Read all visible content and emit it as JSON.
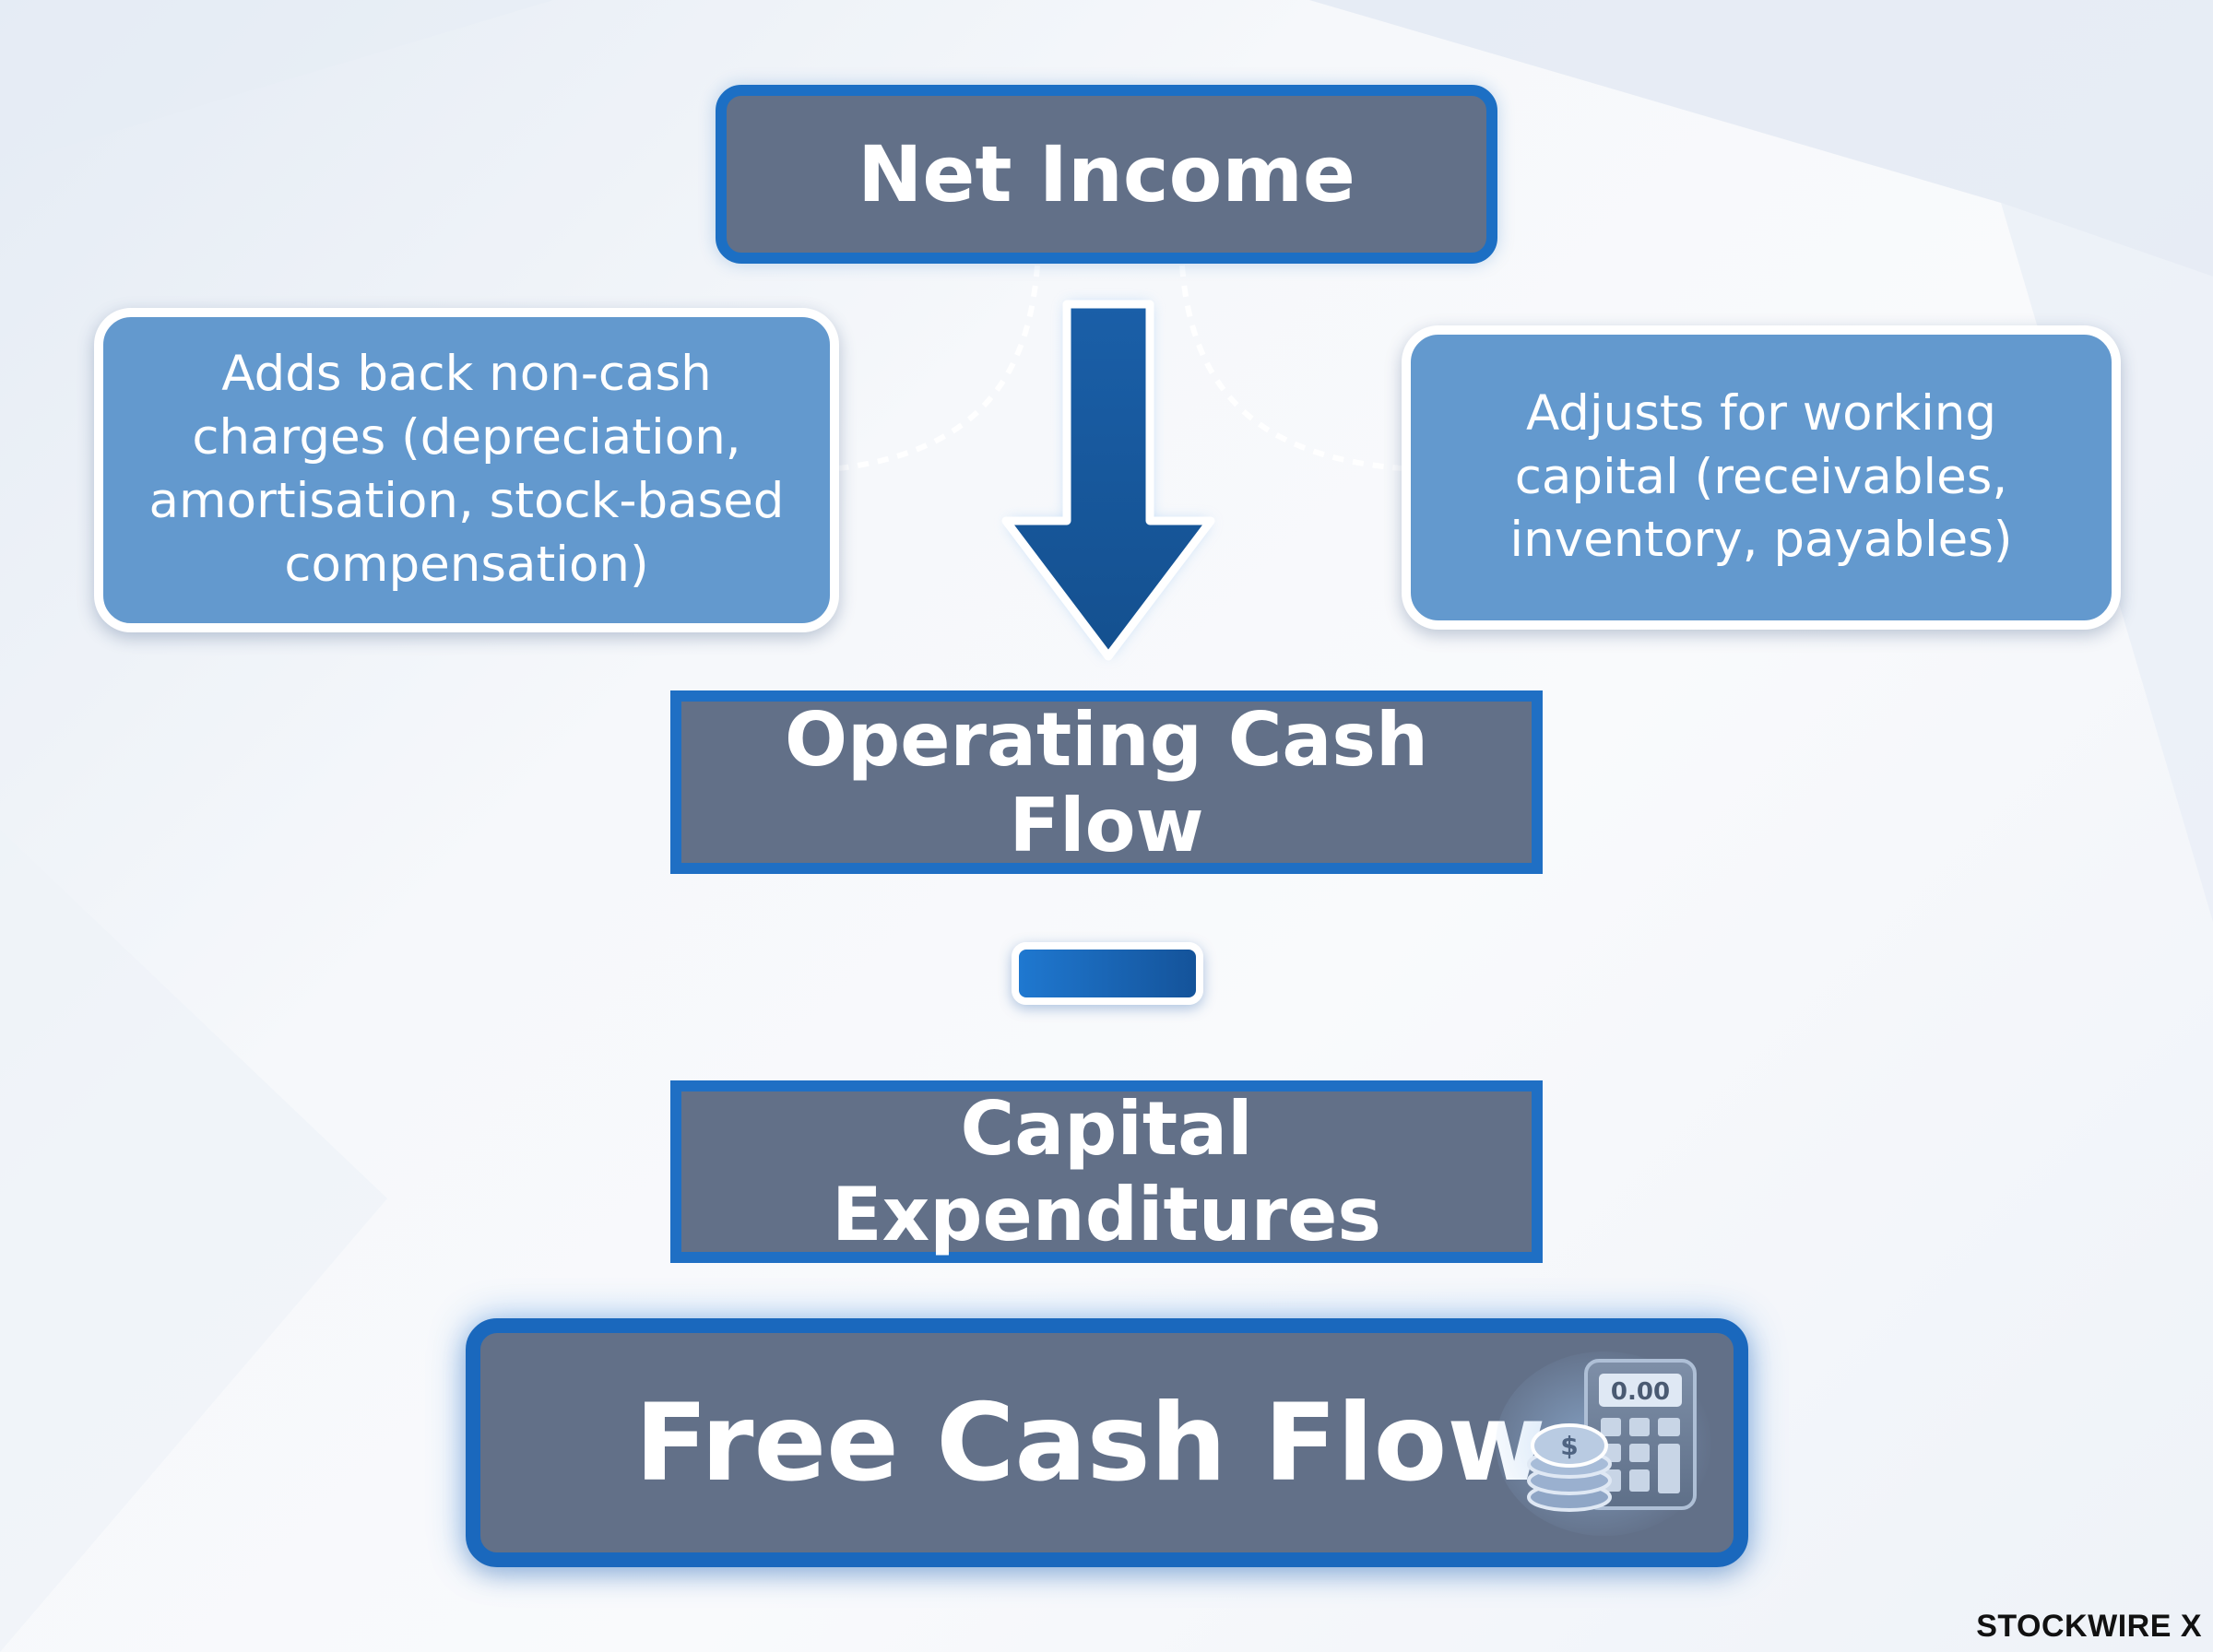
{
  "title": "",
  "nodes": {
    "net_income": "Net Income",
    "operating_cash_flow": "Operating Cash Flow",
    "capital_expenditures": "Capital Expenditures",
    "free_cash_flow": "Free Cash Flow"
  },
  "notes": {
    "left": "Adds back non-cash\ncharges (depreciation,\namortisation, stock-based\ncompensation)",
    "right": "Adjusts for working\ncapital (receivables,\ninventory, payables)"
  },
  "operator": "minus",
  "icons": {
    "arrow": "arrow-down-icon",
    "calculator": "calculator-icon",
    "coins": "dollar-coins-icon",
    "calculator_display": "0.00"
  },
  "brand": "STOCKWIRE X",
  "colors": {
    "box_fill": "#627088",
    "box_border": "#1f6fc4",
    "note_fill": "#6399ce",
    "arrow": "#16589f",
    "accent": "#1f78d0"
  }
}
